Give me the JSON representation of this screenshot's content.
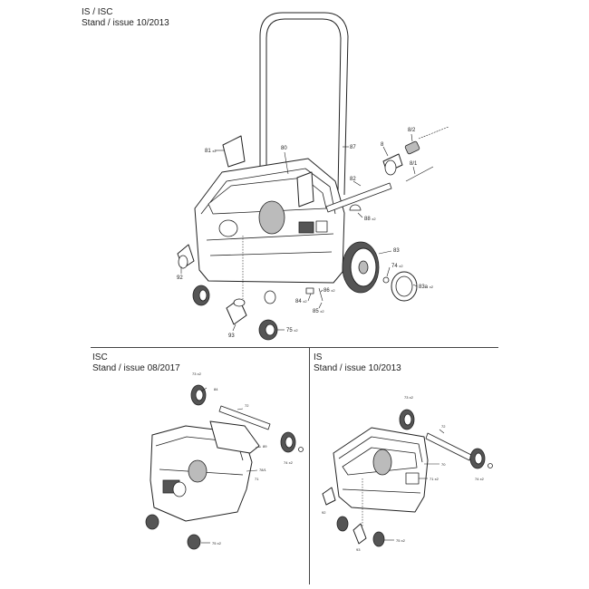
{
  "sections": {
    "top": {
      "title": "IS / ISC",
      "subtitle": "Stand / issue 10/2013"
    },
    "bottom_left": {
      "title": "ISC",
      "subtitle": "Stand / issue 08/2017"
    },
    "bottom_right": {
      "title": "IS",
      "subtitle": "Stand / issue 10/2013"
    }
  },
  "labels_top": {
    "p81": "81",
    "p81q": "x2",
    "p80": "80",
    "p87": "87",
    "p8": "8",
    "p82": "82",
    "p8_2": "8/2",
    "p8_1": "8/1",
    "p88": "88",
    "p88q": "x2",
    "p83": "83",
    "p74": "74",
    "p74q": "x2",
    "p83a": "83a",
    "p83aq": "x2",
    "p92": "92",
    "p84": "84",
    "p84q": "x2",
    "p86": "86",
    "p86q": "x2",
    "p85": "85",
    "p85q": "x2",
    "p93": "93",
    "p75": "75",
    "p75q": "x2"
  },
  "labels_bl": {
    "p73": "73",
    "p73q": "x2",
    "p84": "84",
    "p72": "72",
    "p89": "89",
    "p74": "74",
    "p74q": "x2",
    "p78_1": "78/1",
    "p71": "71",
    "p75": "75",
    "p75q": "x2"
  },
  "labels_br": {
    "p73": "73",
    "p73q": "x2",
    "p72": "72",
    "p70": "70",
    "p71": "71",
    "p71q": "x2",
    "p74": "74",
    "p74q": "x2",
    "p92": "92",
    "p93": "93",
    "p75": "75",
    "p75q": "x2"
  }
}
